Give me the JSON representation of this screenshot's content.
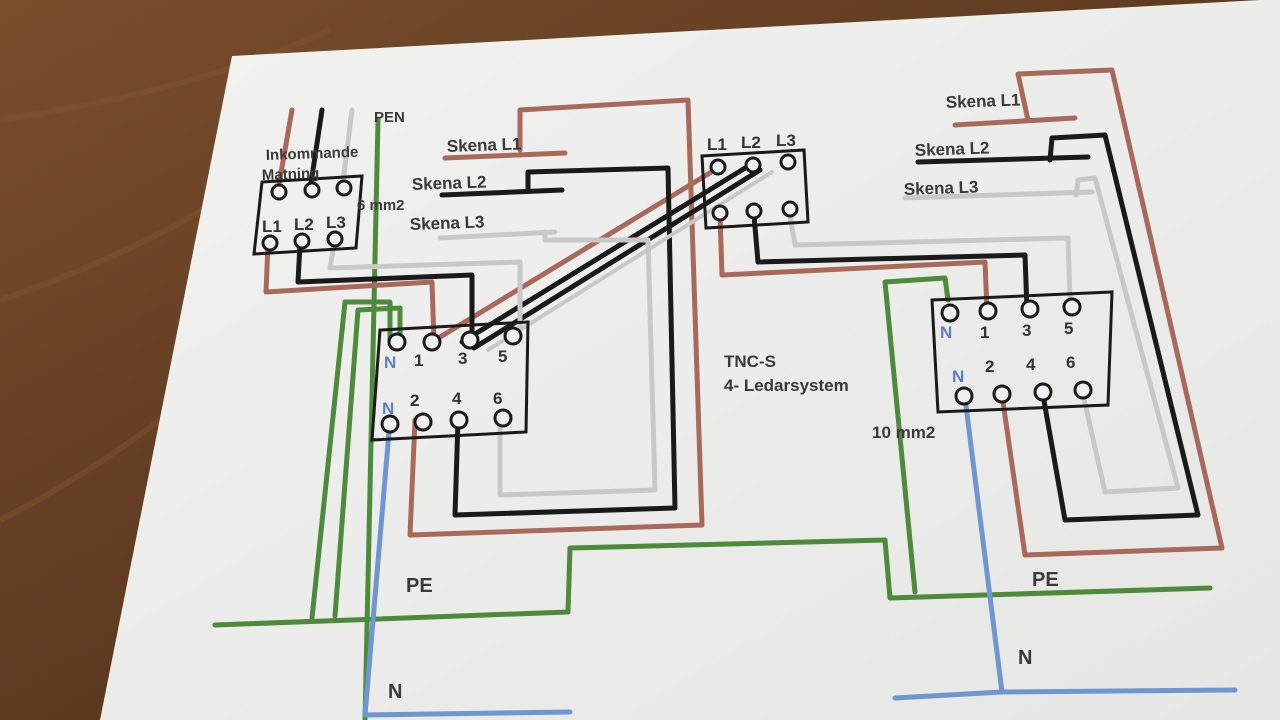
{
  "labels": {
    "pen": "PEN",
    "inkommande": "Inkommande",
    "matning": "Matning",
    "mm6": "6 mm2",
    "left_skena_l1": "Skena L1",
    "left_skena_l2": "Skena L2",
    "left_skena_l3": "Skena L3",
    "right_skena_l1": "Skena L1",
    "right_skena_l2": "Skena L2",
    "right_skena_l3": "Skena L3",
    "tnc": "TNC-S",
    "ledarsystem": "4- Ledarsystem",
    "mm10": "10 mm2",
    "pe_left": "PE",
    "pe_right": "PE",
    "n_left": "N",
    "n_right": "N"
  },
  "incoming_terminals": [
    "L1",
    "L2",
    "L3"
  ],
  "center_terminals": [
    "L1",
    "L2",
    "L3"
  ],
  "left_switch": {
    "top": [
      "N",
      "1",
      "3",
      "5"
    ],
    "bottom": [
      "N",
      "2",
      "4",
      "6"
    ]
  },
  "right_switch": {
    "top": [
      "N",
      "1",
      "3",
      "5"
    ],
    "bottom": [
      "N",
      "2",
      "4",
      "6"
    ]
  },
  "colors": {
    "wood": "#6b4326",
    "paper": "#f3f3f1",
    "brown_wire": "#a8695a",
    "black_wire": "#1a1a1a",
    "grey_wire": "#c8c8c8",
    "green_wire": "#4e8a3c",
    "blue_wire": "#6f96cf"
  }
}
